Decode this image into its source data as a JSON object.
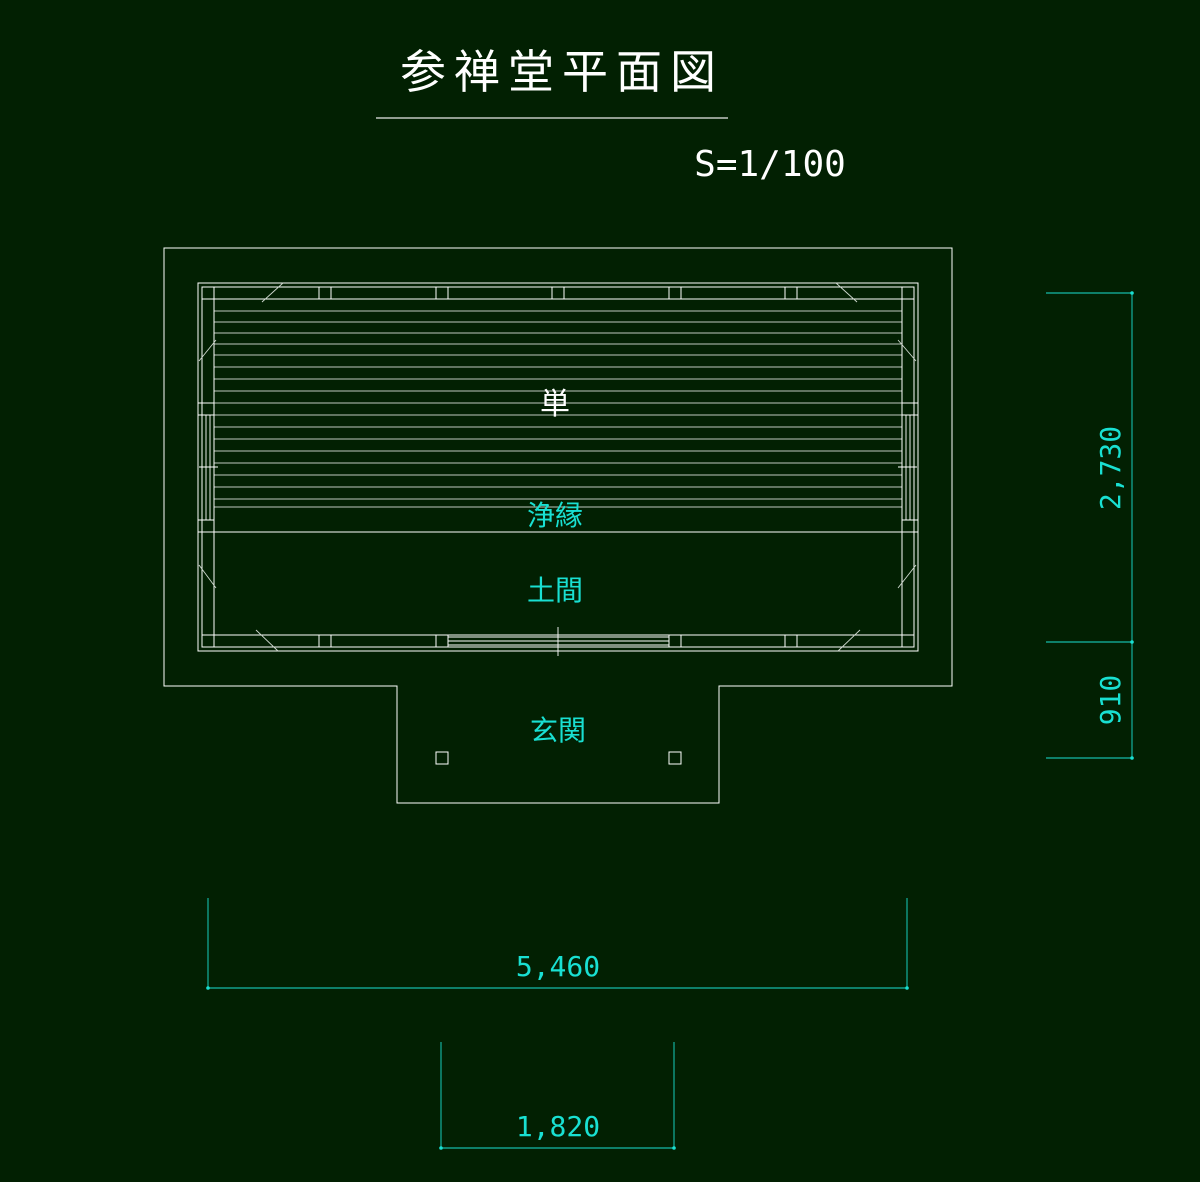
{
  "title": "参禅堂平面図",
  "scale": "S=1/100",
  "rooms": {
    "tatami": "単",
    "veranda": "浄縁",
    "earthen_floor": "土間",
    "entrance": "玄関"
  },
  "dimensions": {
    "overall_width": "5,460",
    "entrance_width": "1,820",
    "main_depth": "2,730",
    "entrance_depth": "910"
  },
  "colors": {
    "background": "#022002",
    "line": "#ffffff",
    "dimension": "#19e0d2"
  }
}
